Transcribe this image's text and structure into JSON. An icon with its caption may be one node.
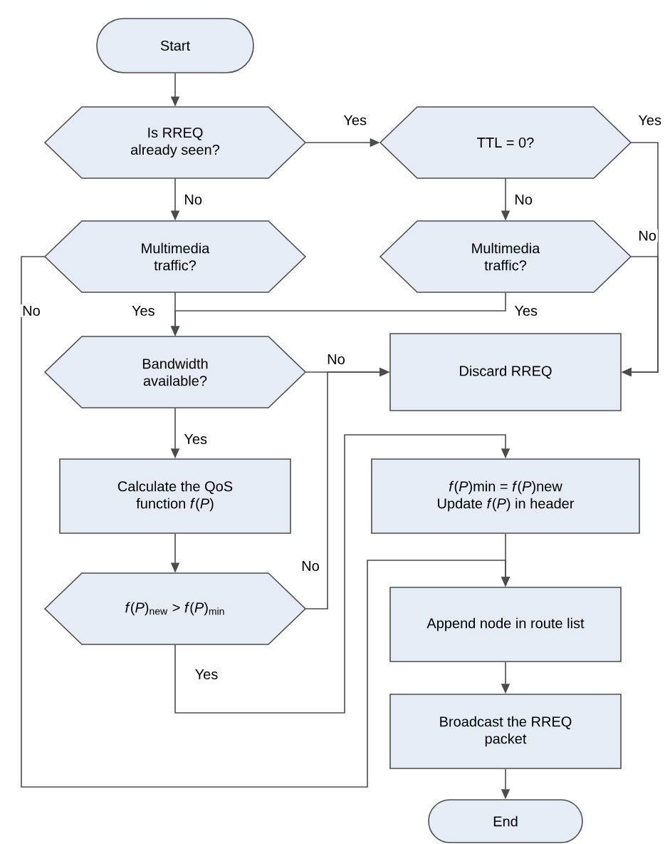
{
  "diagram": {
    "nodes": [
      {
        "text": [
          "Start"
        ]
      },
      {
        "text": [
          "Is RREQ already seen?"
        ]
      },
      {
        "text": [
          "TTL = 0?"
        ]
      },
      {
        "text": [
          "Multimedia traffic?"
        ]
      },
      {
        "text": [
          "Multimedia traffic?"
        ]
      },
      {
        "text": [
          "Bandwidth available?"
        ]
      },
      {
        "text": [
          "Discard RREQ"
        ]
      },
      {
        "text": [
          "Calculate the QoS function *f*(*P*)"
        ]
      },
      {
        "text": [
          "*f*(*P*)$_{new}$ > *f*(*P*)$_{min}$"
        ]
      },
      {
        "text": [
          "*f*(*P*)min = *f*(*P*)new Update *f*(*P*) in header"
        ]
      },
      {
        "text": [
          "Append node in route list"
        ]
      },
      {
        "text": [
          "Broadcast the RREQ packet"
        ]
      },
      {
        "text": [
          "End"
        ]
      }
    ],
    "edges": [
      {
        "from": 0,
        "to": 1,
        "arrow": "to"
      },
      {
        "from": 1,
        "to": 2,
        "arrow": "to",
        "label": "Yes"
      },
      {
        "from": 1,
        "to": 3,
        "arrow": "to",
        "label": "No"
      },
      {
        "from": 2,
        "to": 4,
        "arrow": "to",
        "label": "No"
      },
      {
        "from": 2,
        "to": 6,
        "arrow": "to",
        "label": "Yes"
      },
      {
        "from": 4,
        "to": 6,
        "arrow": "to",
        "label": "No"
      },
      {
        "from": 3,
        "to": 5,
        "arrow": "to",
        "label": "Yes"
      },
      {
        "from": 4,
        "to": 5,
        "arrow": "to",
        "label": "Yes"
      },
      {
        "from": 3,
        "to": 10,
        "arrow": "to",
        "label": "No"
      },
      {
        "from": 5,
        "to": 6,
        "arrow": "to",
        "label": "No"
      },
      {
        "from": 5,
        "to": 7,
        "arrow": "to",
        "label": "Yes"
      },
      {
        "from": 7,
        "to": 8,
        "arrow": "to"
      },
      {
        "from": 8,
        "to": 6,
        "arrow": "to",
        "label": "No"
      },
      {
        "from": 8,
        "to": 9,
        "arrow": "to",
        "label": "Yes"
      },
      {
        "from": 9,
        "to": 10,
        "arrow": "to"
      },
      {
        "from": 10,
        "to": 11,
        "arrow": "to"
      },
      {
        "from": 11,
        "to": 12,
        "arrow": "to"
      }
    ]
  }
}
